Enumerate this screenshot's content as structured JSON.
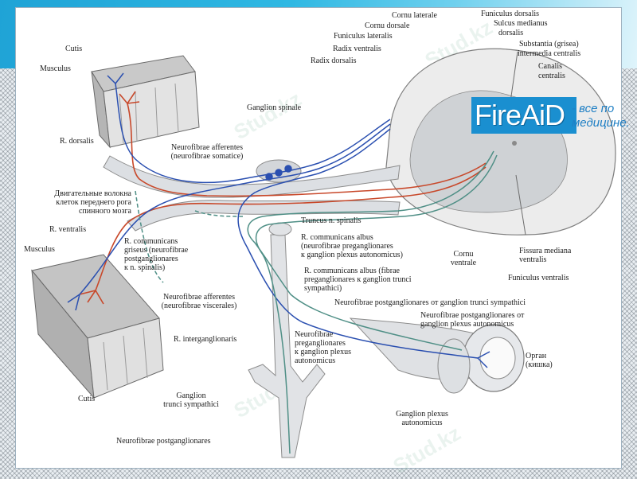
{
  "labels": {
    "cornu_laterale": "Cornu laterale",
    "funiculus_dorsalis": "Funiculus dorsalis",
    "cornu_dorsale": "Cornu dorsale",
    "sulcus_medianus": "Sulcus medianus",
    "dorsalis": "dorsalis",
    "funiculus_lateralis": "Funiculus lateralis",
    "substantia": "Substantia (grisea)",
    "intermedia_centralis": "intermedia centralis",
    "radix_ventralis": "Radix ventralis",
    "radix_dorsalis": "Radix dorsalis",
    "canalis": "Canalis",
    "centralis": "centralis",
    "cutis_top": "Cutis",
    "musculus_top": "Musculus",
    "ganglion_spinale": "Ganglion spinale",
    "r_dorsalis": "R. dorsalis",
    "nf_afferentes_1": "Neurofibrae afferentes",
    "nf_somatice": "(neurofibrae somatice)",
    "motor_1": "Двигательные волокна",
    "motor_2": "клеток переднего рога",
    "motor_3": "спинного мозга",
    "truncus": "Truncus n. spinalis",
    "r_ventralis": "R. ventralis",
    "musculus_bottom": "Musculus",
    "rca_1": "R. communicans albus",
    "rca_2": "(neurofibrae preganglionares",
    "rca_3": "к ganglion plexus autonomicus)",
    "cornu_ventrale_1": "Cornu",
    "cornu_ventrale_2": "ventrale",
    "fissura_1": "Fissura mediana",
    "fissura_2": "ventralis",
    "rcg_1": "R. communicans",
    "rcg_2": "griseus (neurofibrae",
    "rcg_3": "postganglionares",
    "rcg_4": "к n. spinalis)",
    "rca2_1": "R. communicans albus (fibrae",
    "rca2_2": "preganglionares к ganglion trunci",
    "rca2_3": "sympathici)",
    "funiculus_ventralis": "Funiculus ventralis",
    "nf_aff_visc_1": "Neurofibrae afferentes",
    "nf_aff_visc_2": "(neurofibrae viscerales)",
    "nf_post_trunci": "Neurofibrae postganglionares от ganglion trunci sympathici",
    "nf_post_plexus_1": "Neurofibrae postganglionares от",
    "nf_post_plexus_2": "ganglion plexus autonomicus",
    "r_interganglionaris": "R. interganglionaris",
    "nf_pre_1": "Neurofibrae",
    "nf_pre_2": "preganglionares",
    "nf_pre_3": "к ganglion plexus",
    "nf_pre_4": "autonomicus",
    "organ_1": "Орган",
    "organ_2": "(кишка)",
    "cutis_bottom": "Cutis",
    "gts_1": "Ganglion",
    "gts_2": "trunci sympathici",
    "gpa_1": "Ganglion plexus",
    "gpa_2": "autonomicus",
    "nf_post_bottom": "Neurofibrae postganglionares"
  },
  "logo": {
    "name": "FireAiD",
    "tagline_1": "- все по",
    "tagline_2": "медицине."
  },
  "watermark": "Stud.kz",
  "colors": {
    "motor_fiber": "#c8482a",
    "sensory_fiber": "#2a4fb0",
    "autonomic_fiber": "#4f8f86",
    "nerve_fill": "#d9dce0",
    "gray_matter": "#c7c9cc",
    "accent": "#1a8fd0"
  }
}
